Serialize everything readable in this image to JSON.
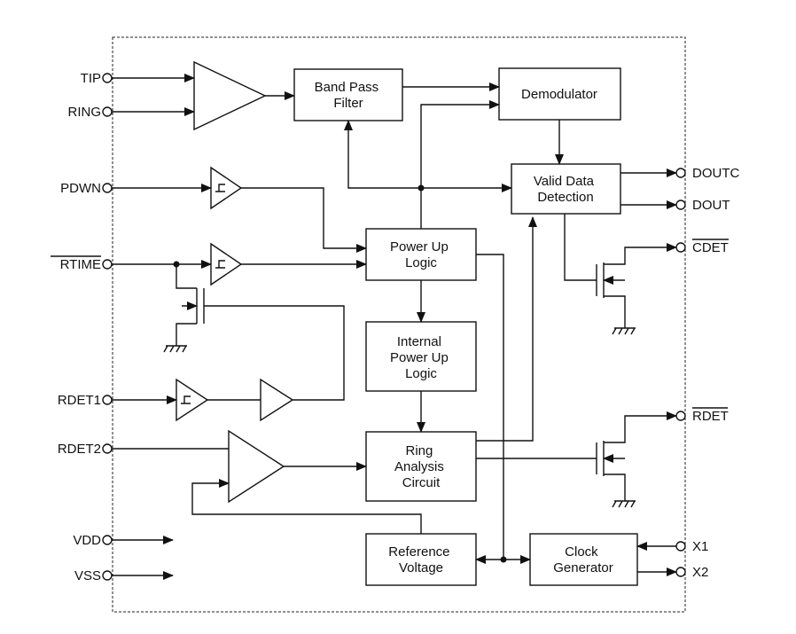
{
  "colors": {
    "line": "#111111",
    "background": "#ffffff"
  },
  "pins": {
    "tip": "TIP",
    "ring": "RING",
    "pdwn": "PDWN",
    "rtime": "RTIME",
    "rdet1": "RDET1",
    "rdet2": "RDET2",
    "vdd": "VDD",
    "vss": "VSS",
    "doutc": "DOUTC",
    "dout": "DOUT",
    "cdet": "CDET",
    "rdet": "RDET",
    "x1": "X1",
    "x2": "X2"
  },
  "blocks": {
    "band_pass_filter": [
      "Band Pass",
      "Filter"
    ],
    "demodulator": [
      "Demodulator"
    ],
    "valid_data_detection": [
      "Valid Data",
      "Detection"
    ],
    "power_up_logic": [
      "Power Up",
      "Logic"
    ],
    "internal_power_up_logic": [
      "Internal",
      "Power Up",
      "Logic"
    ],
    "ring_analysis_circuit": [
      "Ring",
      "Analysis",
      "Circuit"
    ],
    "reference_voltage": [
      "Reference",
      "Voltage"
    ],
    "clock_generator": [
      "Clock",
      "Generator"
    ]
  }
}
